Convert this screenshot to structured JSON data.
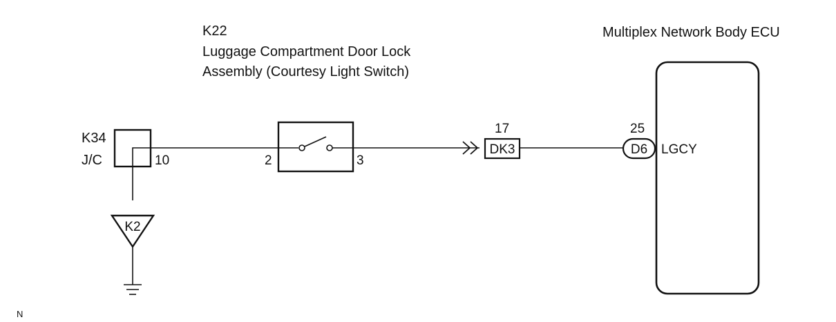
{
  "switch_component": {
    "code": "K22",
    "name_line1": "Luggage Compartment Door Lock",
    "name_line2": "Assembly (Courtesy Light Switch)",
    "pin_left": "2",
    "pin_right": "3"
  },
  "ecu": {
    "name": "Multiplex Network Body ECU",
    "pin_number": "25",
    "connector": "D6",
    "terminal": "LGCY"
  },
  "junction": {
    "code": "K34",
    "type": "J/C",
    "pin": "10"
  },
  "connector_dk3": {
    "pin_number": "17",
    "label": "DK3"
  },
  "ground": {
    "label": "K2"
  },
  "corner_mark": "N"
}
